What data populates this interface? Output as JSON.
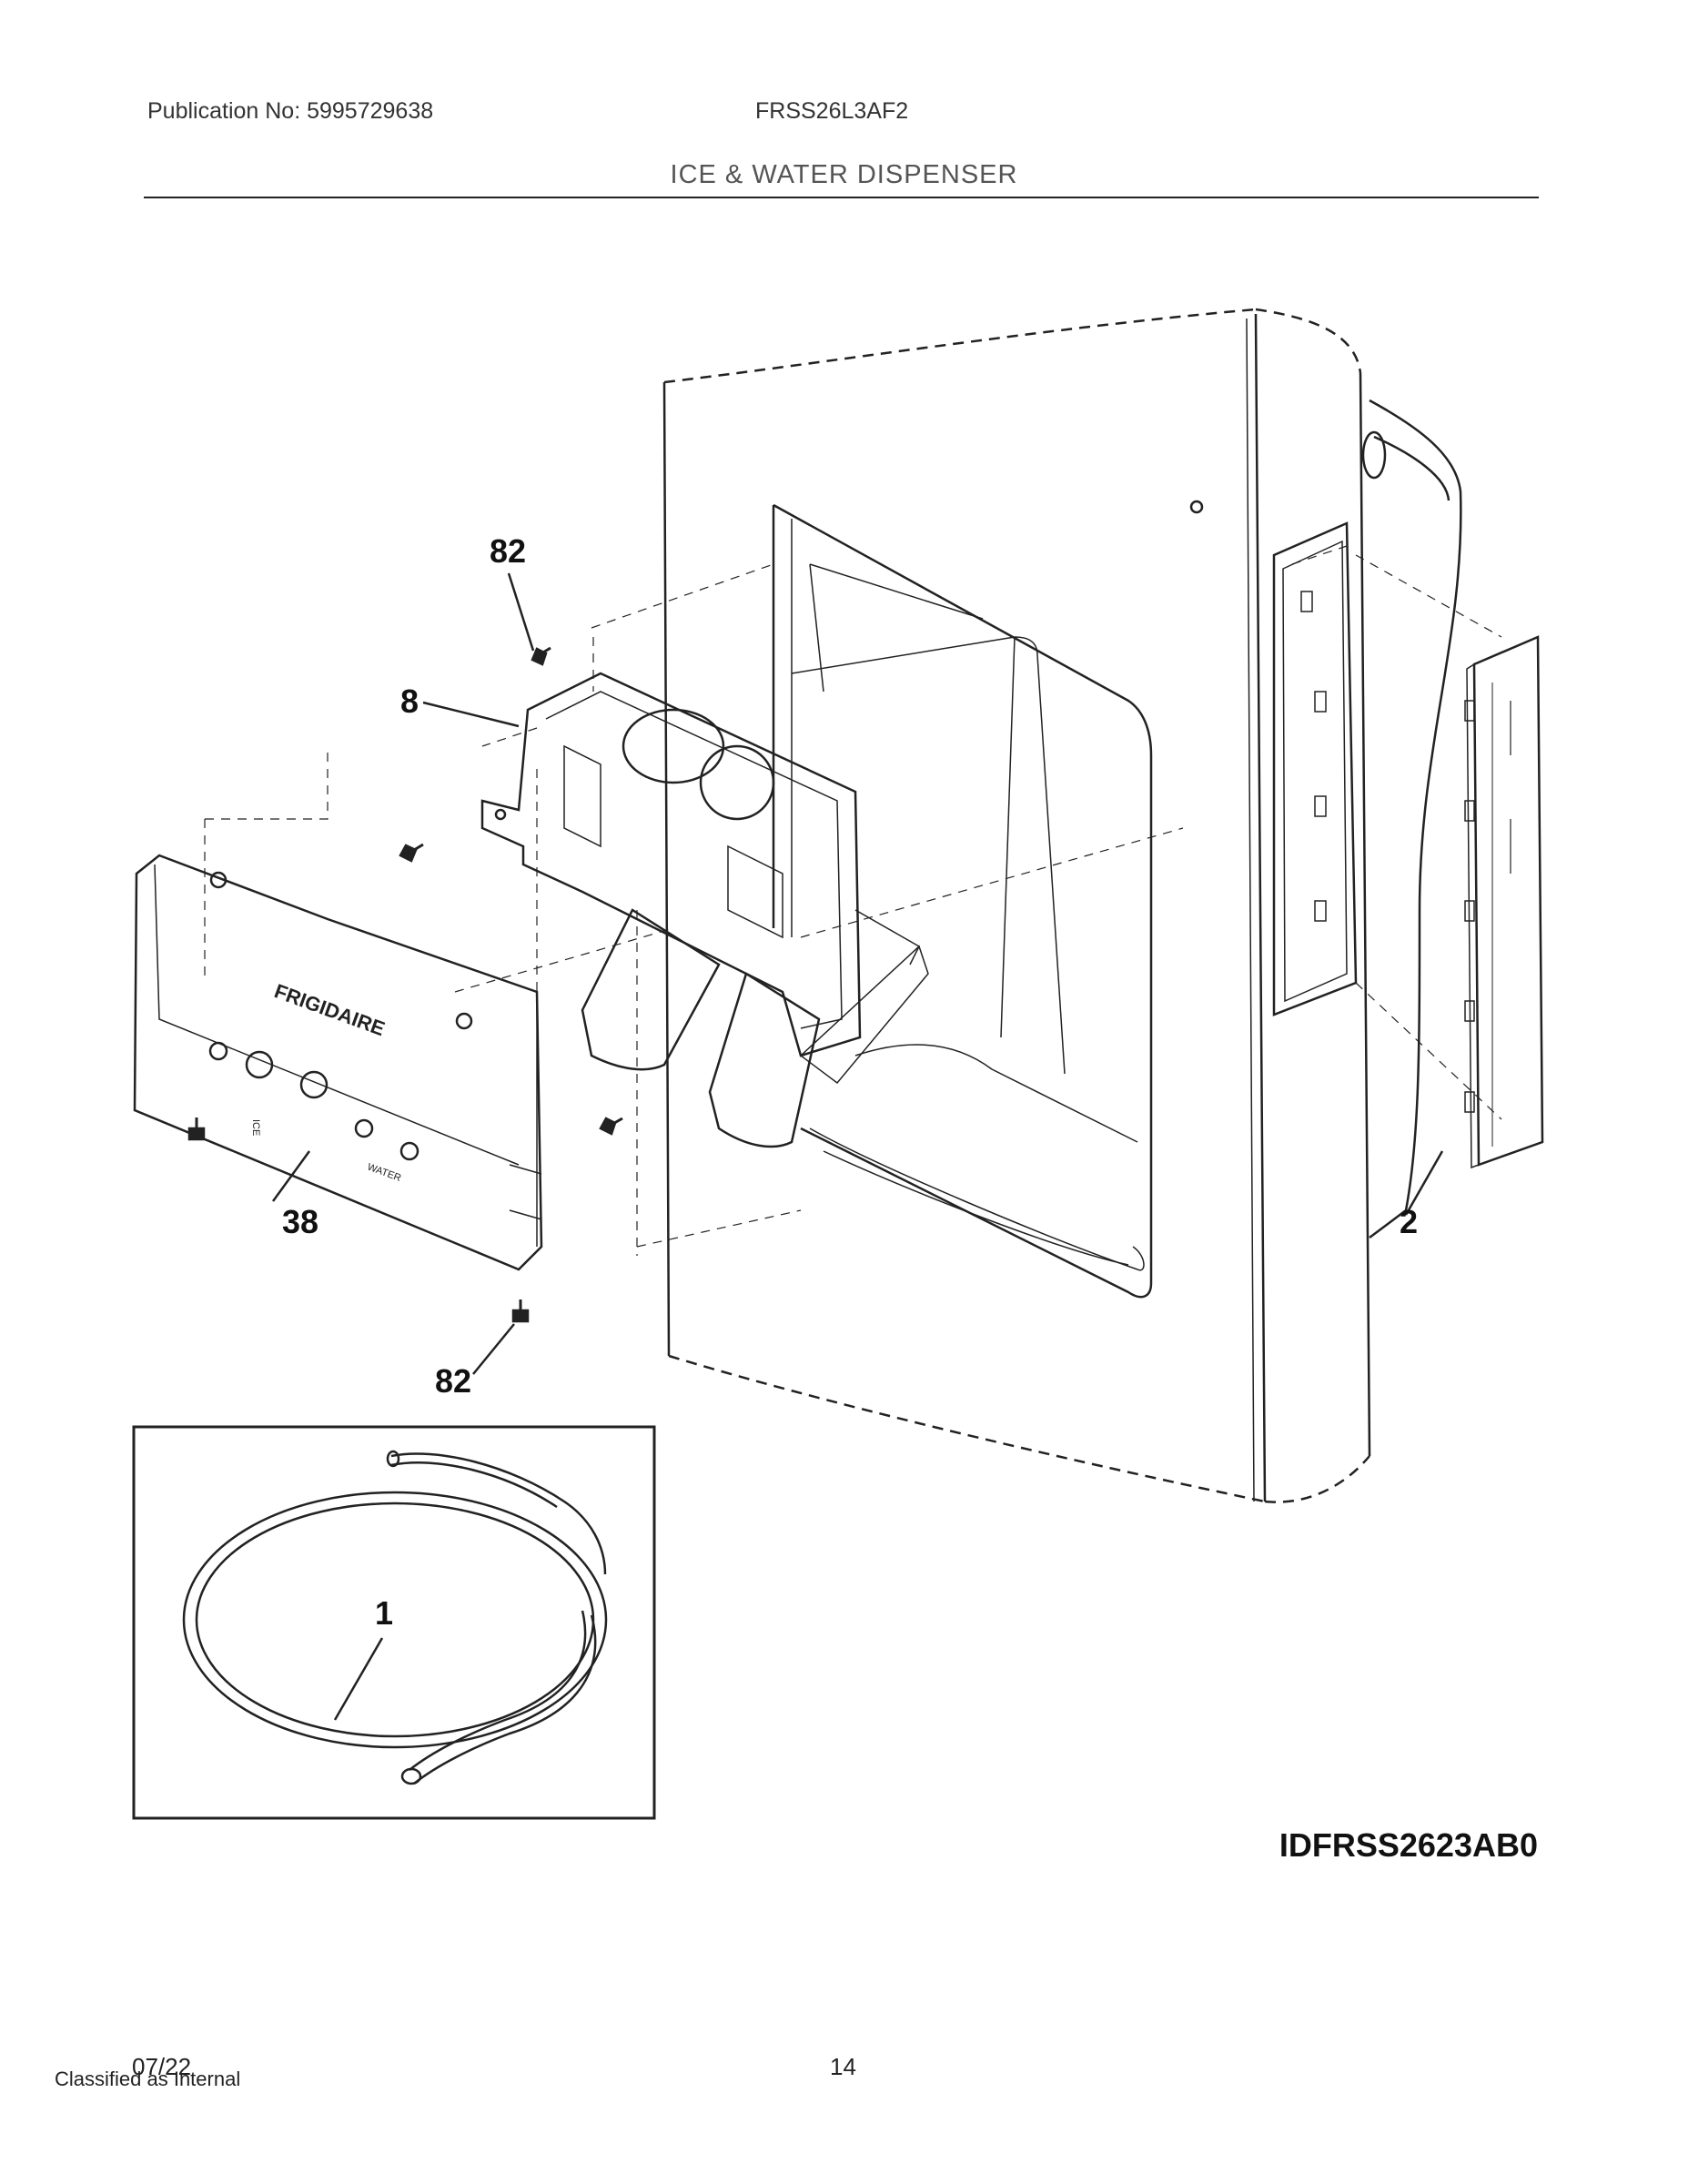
{
  "header": {
    "publication": "Publication No: 5995729638",
    "model": "FRSS26L3AF2",
    "section_title": "ICE & WATER DISPENSER"
  },
  "callouts": {
    "screw_top": "82",
    "housing": "8",
    "control_panel": "38",
    "screw_bottom": "82",
    "overlay": "2",
    "tubing": "1"
  },
  "panel_text": {
    "brand": "FRIGIDAIRE",
    "ice": "ICE",
    "water": "WATER"
  },
  "illustration_id": "IDFRSS2623AB0",
  "footer": {
    "date": "07/22",
    "page": "14",
    "classification": "Classified as Internal"
  }
}
